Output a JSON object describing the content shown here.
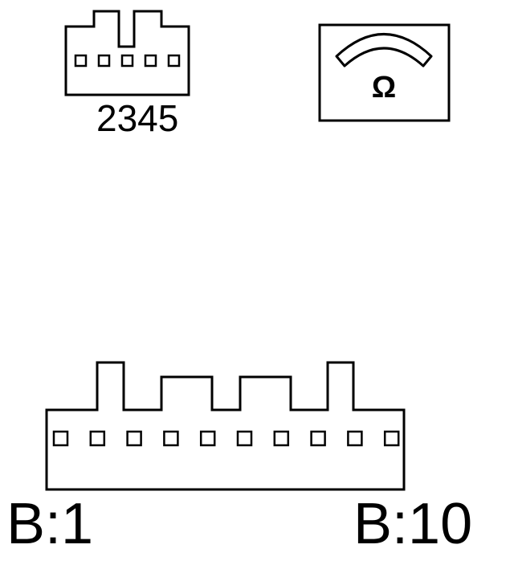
{
  "top_connector": {
    "pin_label": "2345",
    "pin_count": 5
  },
  "ohmmeter": {
    "symbol": "Ω",
    "icon": "ohmmeter-icon"
  },
  "bottom_connector": {
    "left_label": "B:1",
    "right_label": "B:10",
    "pin_count": 10
  },
  "colors": {
    "stroke": "#000000",
    "background": "#ffffff"
  }
}
